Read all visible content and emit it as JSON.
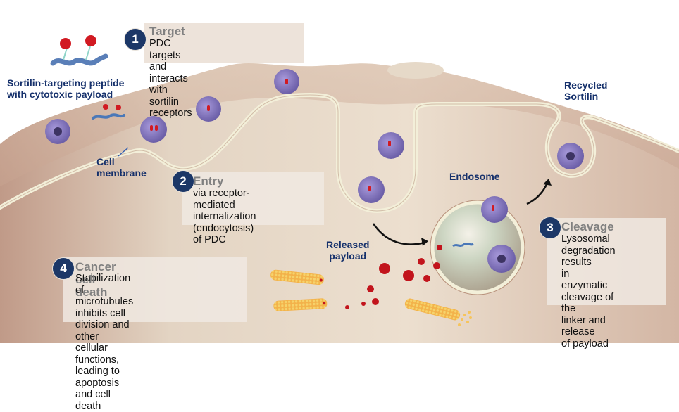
{
  "labels": {
    "sortilin_peptide": "Sortilin-targeting peptide\nwith cytotoxic payload",
    "cell_membrane": "Cell\nmembrane",
    "recycled_sortilin": "Recycled\nSortilin",
    "endosome": "Endosome",
    "released_payload": "Released\npayload"
  },
  "steps": [
    {
      "number": "1",
      "title": "Target",
      "body": "PDC targets and interacts\nwith sortilin receptors"
    },
    {
      "number": "2",
      "title": "Entry",
      "body": "via receptor-mediated\ninternalization\n(endocytosis) of PDC"
    },
    {
      "number": "3",
      "title": "Cleavage",
      "body": "Lysosomal\ndegradation results\nin enzymatic\ncleavage of the\nlinker and release\nof payload"
    },
    {
      "number": "4",
      "title": "Cancer cell death",
      "body": "Stabilization of microtubules\ninhibits cell division and other\ncellular functions, leading to\napoptosis and cell death"
    }
  ],
  "colors": {
    "cell_fill": "#c9a896",
    "cell_light": "#e6d9c8",
    "membrane": "#f3efd9",
    "label_blue": "#15306b",
    "badge_navy": "#1c3767",
    "step_title_gray": "#808080",
    "protein_purple": "#8a7cc0",
    "payload_red": "#c2141c",
    "microtubule_orange": "#f0a030"
  }
}
